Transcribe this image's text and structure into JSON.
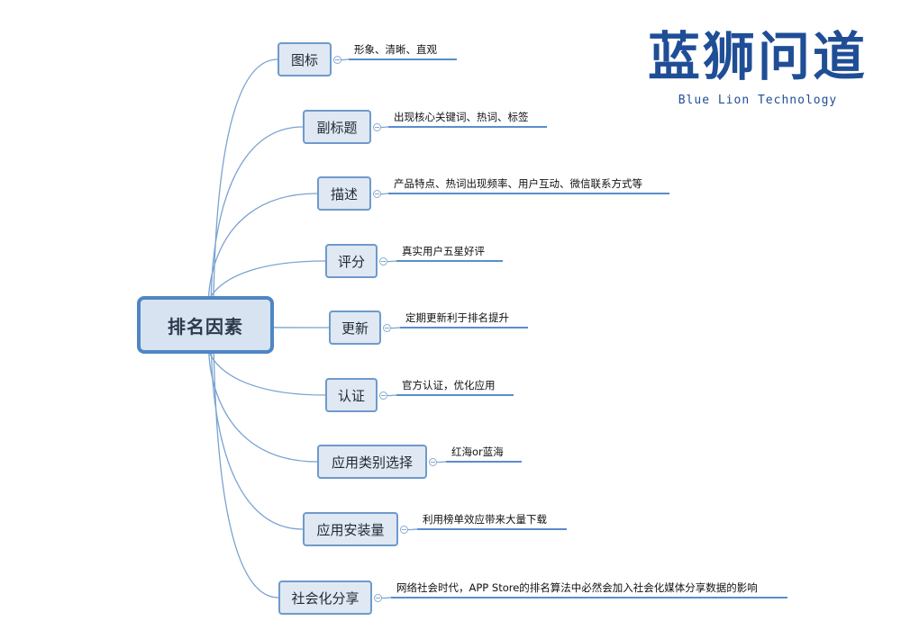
{
  "root": {
    "label": "排名因素"
  },
  "branches": [
    {
      "label": "图标",
      "note": "形象、清晰、直观"
    },
    {
      "label": "副标题",
      "note": "出现核心关键词、热词、标签"
    },
    {
      "label": "描述",
      "note": "产品特点、热词出现频率、用户互动、微信联系方式等"
    },
    {
      "label": "评分",
      "note": "真实用户五星好评"
    },
    {
      "label": "更新",
      "note": "定期更新利于排名提升"
    },
    {
      "label": "认证",
      "note": "官方认证，优化应用"
    },
    {
      "label": "应用类别选择",
      "note": "红海or蓝海"
    },
    {
      "label": "应用安装量",
      "note": "利用榜单效应带来大量下载"
    },
    {
      "label": "社会化分享",
      "note": "网络社会时代，APP Store的排名算法中必然会加入社会化媒体分享数据的影响"
    }
  ],
  "logo": {
    "chinese": "蓝狮问道",
    "english": "Blue Lion Technology"
  },
  "colors": {
    "line": "#7aa3d1",
    "root_border": "#4f86c2",
    "node_fill": "#dfe8f3",
    "logo": "#1f4e96"
  }
}
